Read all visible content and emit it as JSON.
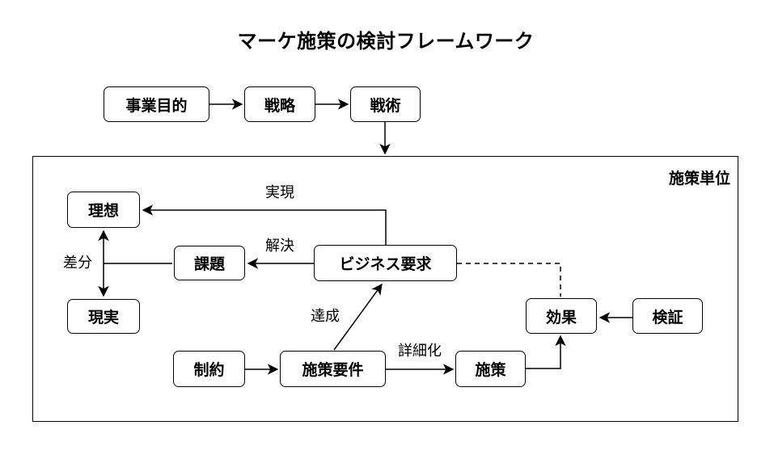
{
  "title": "マーケ施策の検討フレームワーク",
  "container_label": "施策単位",
  "nodes": {
    "business_purpose": "事業目的",
    "strategy": "戦略",
    "tactics": "戦術",
    "ideal": "理想",
    "issue": "課題",
    "reality": "現実",
    "business_request": "ビジネス要求",
    "constraint": "制約",
    "measure_requirement": "施策要件",
    "measure": "施策",
    "effect": "効果",
    "verification": "検証"
  },
  "edge_labels": {
    "realization": "実現",
    "solution": "解決",
    "difference": "差分",
    "achievement": "達成",
    "detailing": "詳細化"
  },
  "colors": {
    "stroke": "#000000",
    "background": "#ffffff"
  }
}
